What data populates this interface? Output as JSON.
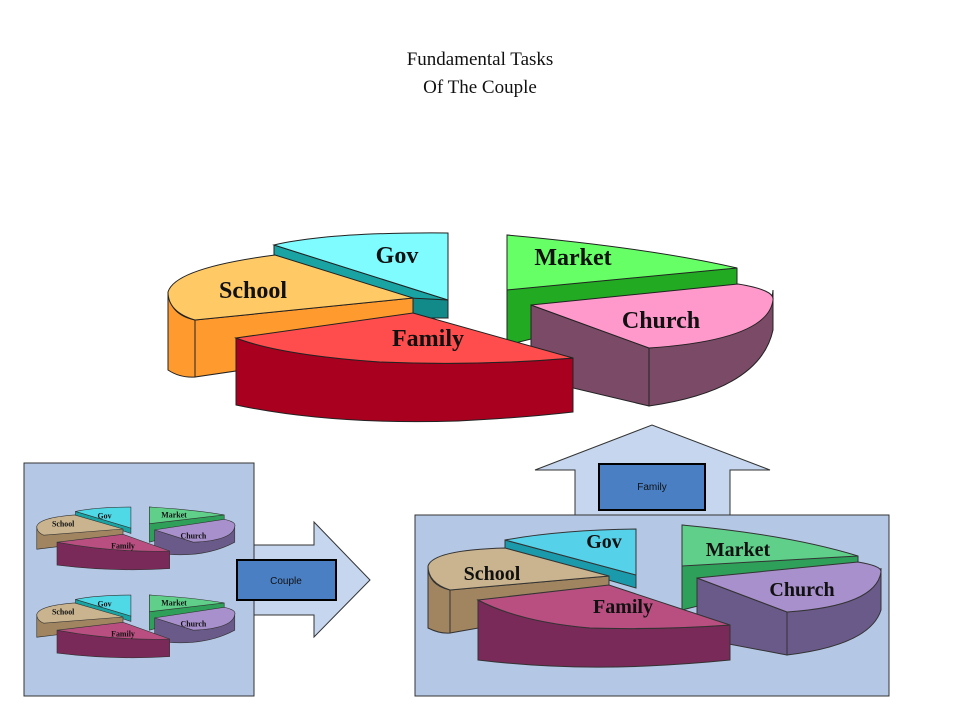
{
  "title": {
    "line1": "Fundamental Tasks",
    "line2": "Of The Couple"
  },
  "segments": {
    "gov": "Gov",
    "market": "Market",
    "school": "School",
    "family": "Family",
    "church": "Church"
  },
  "arrows": {
    "couple_label": "Couple",
    "family_label": "Family"
  },
  "colors": {
    "gov_main": "#7ffcff",
    "gov_side": "#1aa3a3",
    "market_main": "#66ff66",
    "market_side": "#22aa22",
    "school_main": "#ffc966",
    "school_side": "#ff9a2e",
    "family_main": "#ff4d4d",
    "family_side": "#a8001e",
    "church_main": "#ff99cc",
    "church_side": "#7a4a66",
    "panel_bg": "#b4c8e6",
    "arrow_fill": "#c5d6ee",
    "label_box": "#4a7fc4"
  }
}
